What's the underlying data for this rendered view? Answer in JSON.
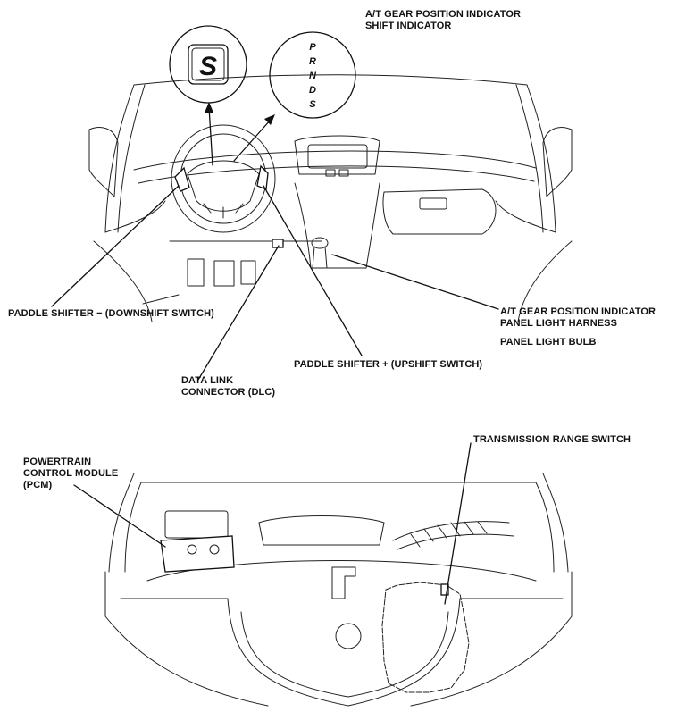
{
  "labels": {
    "indicator_line1": "A/T GEAR POSITION INDICATOR",
    "indicator_line2": "SHIFT INDICATOR",
    "paddle_down": "PADDLE SHIFTER − (DOWNSHIFT SWITCH)",
    "harness_line1": "A/T GEAR POSITION INDICATOR",
    "harness_line2": "PANEL LIGHT HARNESS",
    "bulb": "PANEL LIGHT BULB",
    "dlc_line1": "DATA LINK",
    "dlc_line2": "CONNECTOR (DLC)",
    "paddle_up": "PADDLE SHIFTER + (UPSHIFT SWITCH)",
    "trs": "TRANSMISSION RANGE SWITCH",
    "pcm_line1": "POWERTRAIN",
    "pcm_line2": "CONTROL MODULE",
    "pcm_line3": "(PCM)"
  },
  "display": {
    "shift_indicator_char": "S",
    "gear_letters": [
      "P",
      "R",
      "N",
      "D",
      "S"
    ]
  }
}
